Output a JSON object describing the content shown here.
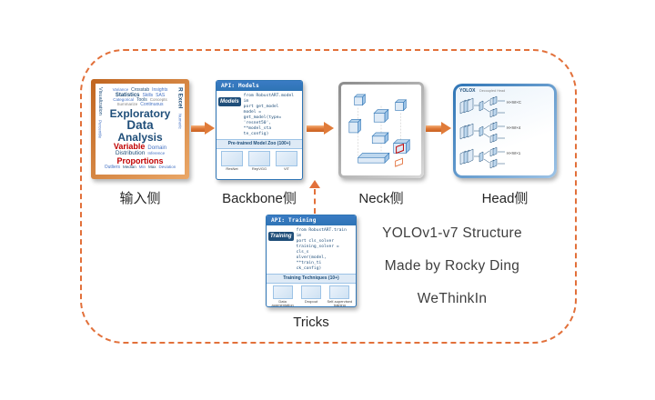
{
  "colors": {
    "accent": "#E2703A",
    "arrow": "#E07B39",
    "panel-blue": "#2E74B5",
    "panel-blue-dark": "#1F4E79",
    "light-blue": "#DEEAF6",
    "box-blue": "#BDD7EE",
    "red": "#C00000"
  },
  "stages": {
    "input_label": "输入侧",
    "backbone_label": "Backbone侧",
    "neck_label": "Neck侧",
    "head_label": "Head侧",
    "tricks_label": "Tricks"
  },
  "caption": {
    "line1": "YOLOv1-v7 Structure",
    "line2": "Made by Rocky Ding",
    "line3": "WeThinkIn"
  },
  "wordcloud": {
    "words": [
      "Variance",
      "Crosstab",
      "Insights",
      "Statistics",
      "Skills",
      "SAS",
      "Categorical",
      "Tools",
      "Concepts",
      "Summarize",
      "Continuous",
      "Exploratory",
      "Data",
      "Analysis",
      "Variable",
      "Domain",
      "Distribution",
      "Inference",
      "Deviation",
      "Proportions",
      "Outliers",
      "Median",
      "Min",
      "Max",
      "Visualization",
      "Percentile",
      "R Excel",
      "Numeric"
    ]
  },
  "models_panel": {
    "header": "API: Models",
    "tag": "Models",
    "code": [
      "from RobustART.model im",
      "port get_model",
      "model = get_model(type=",
      "'resnet50', **model_sta",
      "te_config)"
    ],
    "zoo_title": "Pre-trained Model Zoo (100+)",
    "items": [
      "ResNet",
      "RepVGG",
      "ViT"
    ]
  },
  "training_panel": {
    "header": "API: Training",
    "tag": "Training",
    "code": [
      "from RobustART.train im",
      "port cls_solver",
      "training_solver = cls_s",
      "olver(model, **train_ti",
      "ck_config)"
    ],
    "zoo_title": "Training Techniques (10+)",
    "items": [
      "Data augmentation",
      "Dropout",
      "Self-supervised training"
    ]
  },
  "head_panel": {
    "title": "YOLOX",
    "subtitle": "Decoupled Head",
    "row_labels": [
      "H×W×C",
      "H×W×4",
      "H×W×1"
    ]
  }
}
